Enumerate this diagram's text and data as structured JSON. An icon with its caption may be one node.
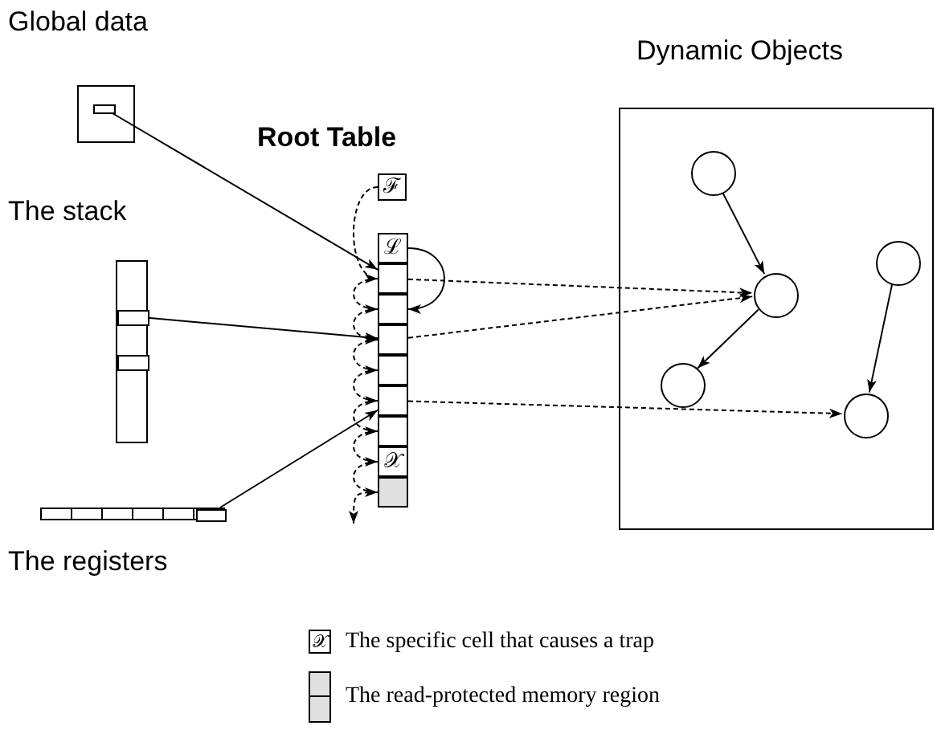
{
  "diagram": {
    "nodes": [
      {
        "text": [
          "Global data"
        ]
      },
      {
        "text": [],
        "shape": "box",
        "in": 0
      },
      {
        "text": [
          "The stack"
        ]
      },
      {
        "text": [],
        "shape": "box",
        "in": 2
      },
      {
        "text": [],
        "shape": "box",
        "in": 2
      },
      {
        "text": [
          "The registers"
        ]
      },
      {
        "text": [],
        "shape": "box",
        "in": 5
      },
      {
        "text": [
          "Root Table"
        ]
      },
      {
        "text": [
          "ℱ"
        ],
        "in": 7
      },
      {
        "text": [
          "ℒ"
        ],
        "in": 7
      },
      {
        "text": [],
        "shape": "box",
        "in": 7
      },
      {
        "text": [],
        "shape": "box",
        "in": 7
      },
      {
        "text": [],
        "shape": "box",
        "in": 7
      },
      {
        "text": [],
        "shape": "box",
        "in": 7
      },
      {
        "text": [],
        "shape": "box",
        "in": 7
      },
      {
        "text": [],
        "shape": "box",
        "in": 7
      },
      {
        "text": [
          "𝒳"
        ],
        "in": 7
      },
      {
        "text": [],
        "shape": "box",
        "in": 7
      },
      {
        "text": [
          "Dynamic Objects"
        ]
      },
      {
        "text": [],
        "shape": "circle",
        "in": 18
      },
      {
        "text": [],
        "shape": "circle",
        "in": 18
      },
      {
        "text": [],
        "shape": "circle",
        "in": 18
      },
      {
        "text": [],
        "shape": "circle",
        "in": 18
      },
      {
        "text": [],
        "shape": "circle",
        "in": 18
      }
    ],
    "edges": [
      {
        "from": 1,
        "to": 10,
        "arrow": "to"
      },
      {
        "from": 3,
        "to": 12,
        "arrow": "to"
      },
      {
        "from": 6,
        "to": 14,
        "arrow": "to"
      },
      {
        "from": 10,
        "to": 20,
        "arrow": "to",
        "style": "dashed"
      },
      {
        "from": 12,
        "to": 20,
        "arrow": "to",
        "style": "dashed"
      },
      {
        "from": 14,
        "to": 23,
        "arrow": "to",
        "style": "dashed"
      },
      {
        "from": 9,
        "to": 11,
        "arrow": "to"
      },
      {
        "from": 8,
        "to": 10,
        "arrow": "to",
        "style": "dashed"
      },
      {
        "from": 10,
        "to": 11,
        "arrow": "to",
        "style": "dashed"
      },
      {
        "from": 11,
        "to": 12,
        "arrow": "to",
        "style": "dashed"
      },
      {
        "from": 12,
        "to": 13,
        "arrow": "to",
        "style": "dashed"
      },
      {
        "from": 13,
        "to": 14,
        "arrow": "to",
        "style": "dashed"
      },
      {
        "from": 14,
        "to": 15,
        "arrow": "to",
        "style": "dashed"
      },
      {
        "from": 15,
        "to": 16,
        "arrow": "to",
        "style": "dashed"
      },
      {
        "from": 16,
        "to": 17,
        "arrow": "to",
        "style": "dashed"
      },
      {
        "from": 17,
        "to": null,
        "arrow": "to",
        "style": "dashed"
      },
      {
        "from": 19,
        "to": 20,
        "arrow": "to"
      },
      {
        "from": 20,
        "to": 21,
        "arrow": "to"
      },
      {
        "from": 22,
        "to": 23,
        "arrow": "to"
      }
    ],
    "labels": [
      "𝒳"
    ],
    "legend": [
      {
        "text": "The specific cell that causes a trap"
      },
      {
        "text": "The read-protected memory region",
        "color": "#e0e0e0"
      }
    ]
  }
}
